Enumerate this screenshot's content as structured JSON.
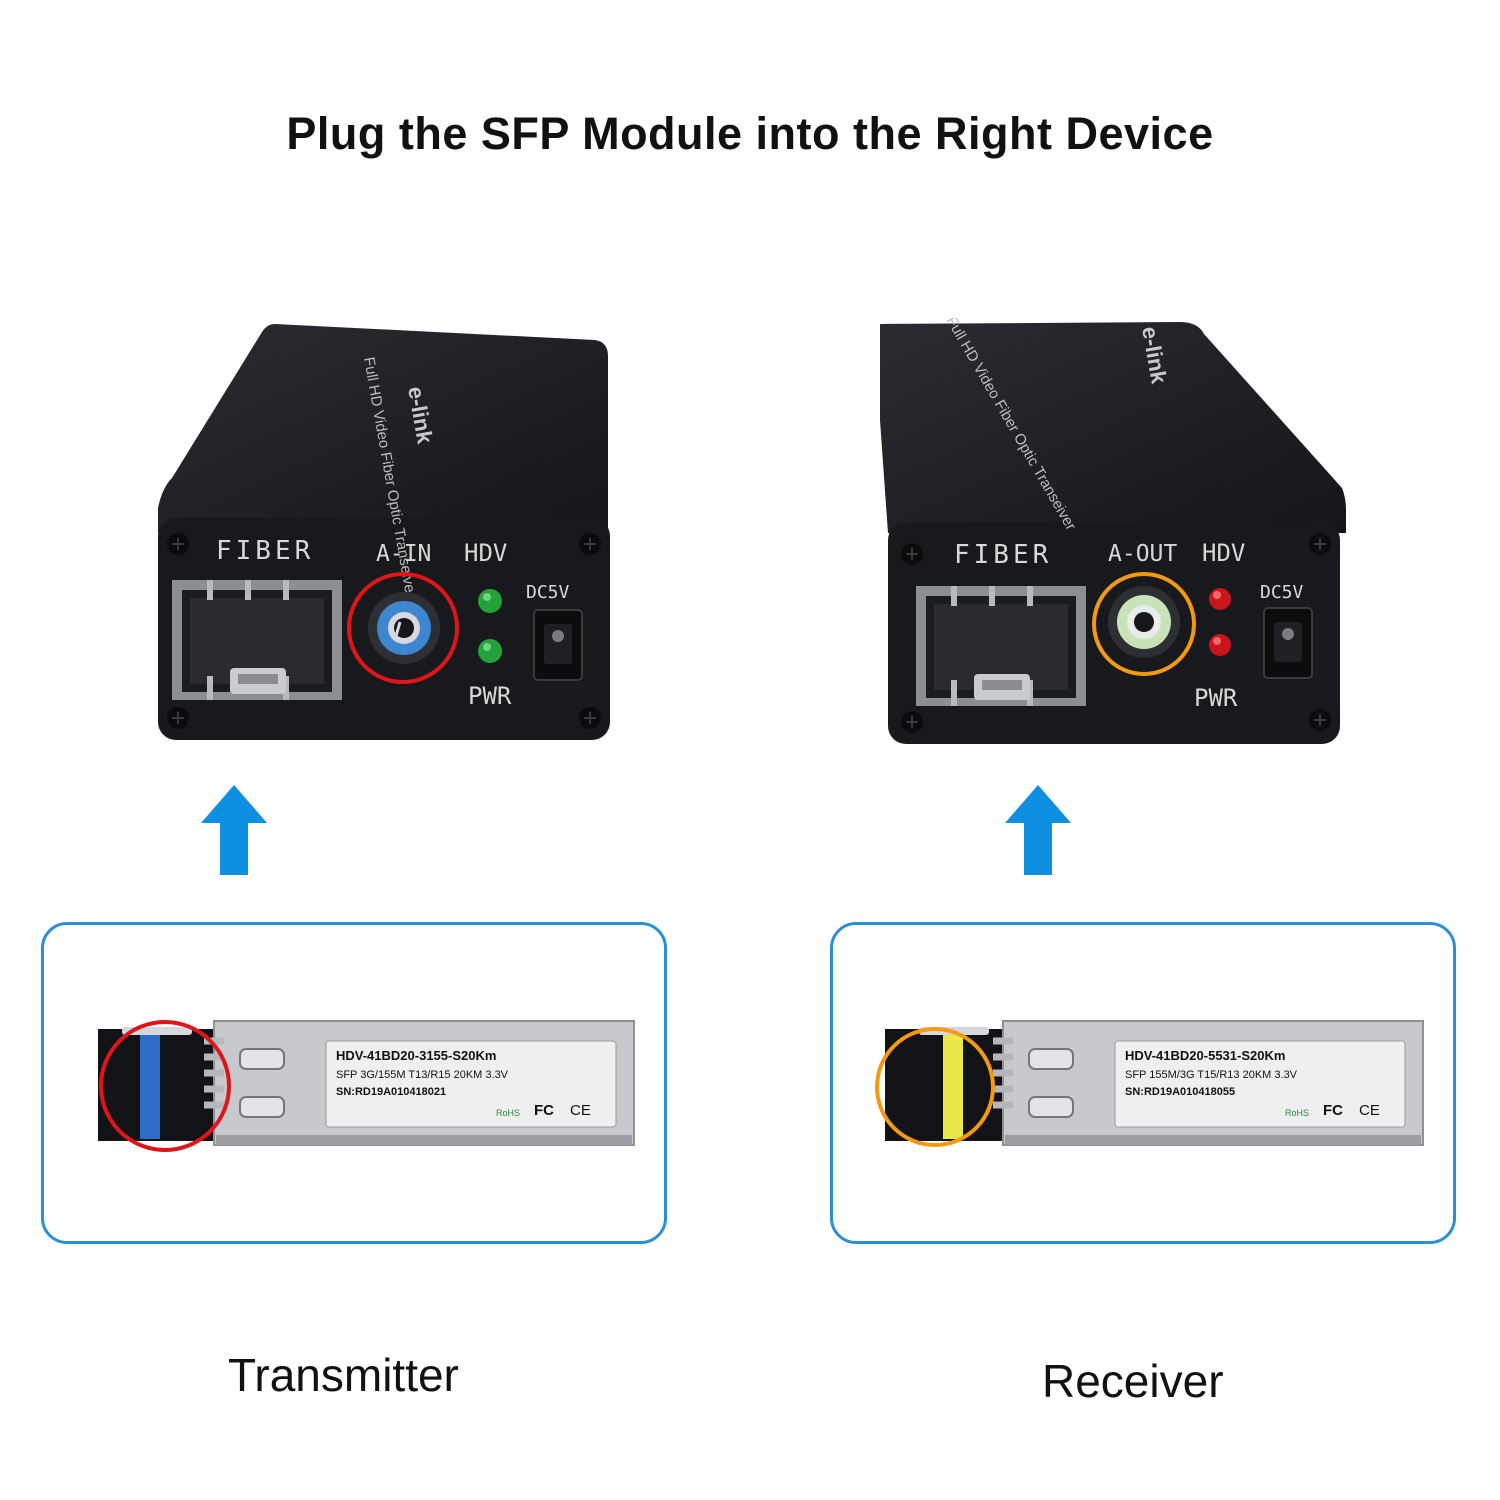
{
  "headline": "Plug the SFP Module into the Right Device",
  "colors": {
    "arrow": "#0f8fe2",
    "frame": "#2b8fd6",
    "tx_ring": "#e0141b",
    "rx_ring": "#f39a12",
    "tx_latch": "#2f6bc9",
    "rx_latch": "#e9e84a",
    "tx_led": "#23a23a",
    "rx_led": "#c8161b"
  },
  "transmitter": {
    "caption": "Transmitter",
    "device": {
      "top_brand": "e-link",
      "top_text": "Full HD Video Fiber Optic Transeiver",
      "fiber_label": "FIBER",
      "audio_label": "A-IN",
      "hdv_label": "HDV",
      "dc_label": "DC5V",
      "pwr_label": "PWR"
    },
    "module": {
      "model": "HDV-41BD20-3155-S20Km",
      "spec": "SFP 3G/155M T13/R15 20KM 3.3V",
      "serial": "SN:RD19A010418021",
      "rohs": "RoHS",
      "fc": "FC",
      "ce": "CE"
    }
  },
  "receiver": {
    "caption": "Receiver",
    "device": {
      "top_brand": "e-link",
      "top_text": "Full HD Video Fiber Optic Transeiver",
      "fiber_label": "FIBER",
      "audio_label": "A-OUT",
      "hdv_label": "HDV",
      "dc_label": "DC5V",
      "pwr_label": "PWR"
    },
    "module": {
      "model": "HDV-41BD20-5531-S20Km",
      "spec": "SFP 155M/3G T15/R13 20KM 3.3V",
      "serial": "SN:RD19A010418055",
      "rohs": "RoHS",
      "fc": "FC",
      "ce": "CE"
    }
  }
}
